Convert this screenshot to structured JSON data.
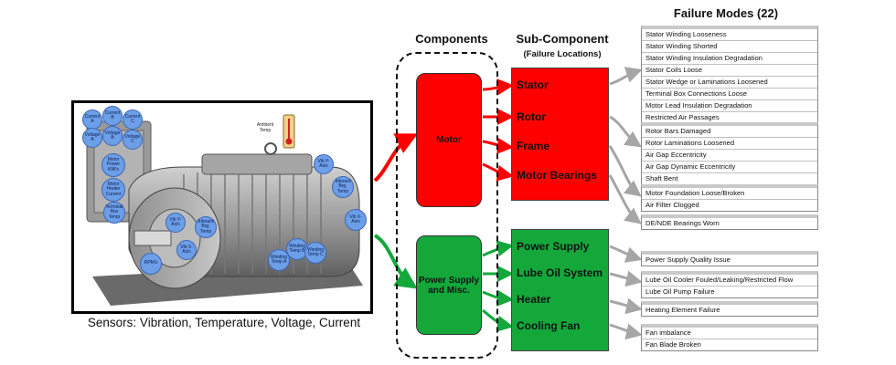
{
  "headers": {
    "components": "Components",
    "sub_component": "Sub-Component",
    "sub_component_note": "(Failure Locations)",
    "failure_modes": "Failure Modes (22)"
  },
  "motor_caption": "Sensors: Vibration, Temperature, Voltage, Current",
  "sensors": {
    "current_a": "Current A",
    "current_b": "Current B",
    "current_c": "Current C",
    "voltage_a": "Voltage A",
    "voltage_b": "Voltage B",
    "voltage_c": "Voltage C",
    "motor_power": "Motor Power KW's",
    "motor_heater": "Motor Heater Current",
    "terminal_box": "Terminal Box Temp",
    "ambient": "Ambient Temp",
    "vib_y_top": "Vib Y-Axis",
    "inboard_brg_right": "Inboard Brg. Temp",
    "vib_x_right": "Vib X-Axis",
    "vib_y_left": "Vib Y-Axis",
    "inboard_brg_left": "Inboard Brg. Temp",
    "vib_x_left": "Vib X-Axis",
    "rpm": "RPM's",
    "winding_a": "Winding Temp A",
    "winding_b": "Winding Temp B",
    "winding_c": "Winding Temp C"
  },
  "components": {
    "motor": "Motor",
    "power_supply": "Power Supply and  Misc."
  },
  "subcomponents": {
    "stator": "Stator",
    "rotor": "Rotor",
    "frame": "Frame",
    "motor_bearings": "Motor Bearings",
    "power_supply": "Power Supply",
    "lube_oil": "Lube Oil System",
    "heater": "Heater",
    "cooling_fan": "Cooling Fan"
  },
  "failure_modes": {
    "stator": [
      "Stator Winding Looseness",
      "Stator Winding Shorted",
      "Stator Winding Insulation Degradation",
      "Stator Coils Loose",
      "Stator Wedge or Laminations Loosened",
      "Terminal Box Connections Loose",
      "Motor Lead Insulation Degradation",
      "Restricted Air Passages"
    ],
    "rotor": [
      "Rotor Bars Damaged",
      "Rotor Laminations Loosened",
      "Air Gap Eccentricity",
      "Air Gap Dynamic Eccentricity",
      "Shaft Bent"
    ],
    "frame": [
      "Motor Foundation Loose/Broken",
      "Air Filter Clogged"
    ],
    "bearings": [
      "DE/NDE Bearings Worn"
    ],
    "power_supply": [
      "Power Supply Quality Issue"
    ],
    "lube_oil": [
      "Lube Oil Cooler Fouled/Leaking/Restricted Flow",
      "Lube Oil Pump Failure"
    ],
    "heater": [
      "Heating Element Failure"
    ],
    "cooling_fan": [
      "Fan imbalance",
      "Fan Blade Broken"
    ]
  },
  "colors": {
    "red": "#ff0000",
    "green": "#14a83b",
    "gray_arrow": "#a6a6a6",
    "sensor_blue": "#6d9ee8"
  }
}
